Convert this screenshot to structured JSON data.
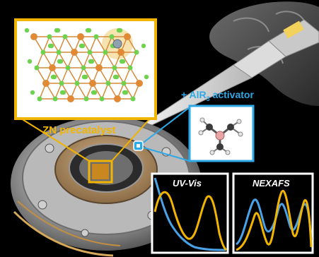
{
  "precatalyst_label": "ZN precatalyst",
  "activator_label": "+ AlR",
  "activator_sub": "3",
  "activator_suffix": " activator",
  "panels": {
    "uvvis": {
      "title": "UV-Vis"
    },
    "nexafs": {
      "title": "NEXAFS"
    }
  },
  "colors": {
    "background": "#000000",
    "gold": "#f1b400",
    "blue": "#4aa3e8",
    "cyan": "#2fa8e6",
    "orange_atom": "#e08a36",
    "green_atom": "#6fd24f",
    "grey_atom": "#8fa0b0"
  },
  "icons": {
    "pipette": "pipette-icon",
    "glove": "gloved-hand-icon",
    "sample_holder": "sample-holder-icon",
    "molecule": "molecule-icon",
    "lattice": "crystal-lattice-icon"
  }
}
